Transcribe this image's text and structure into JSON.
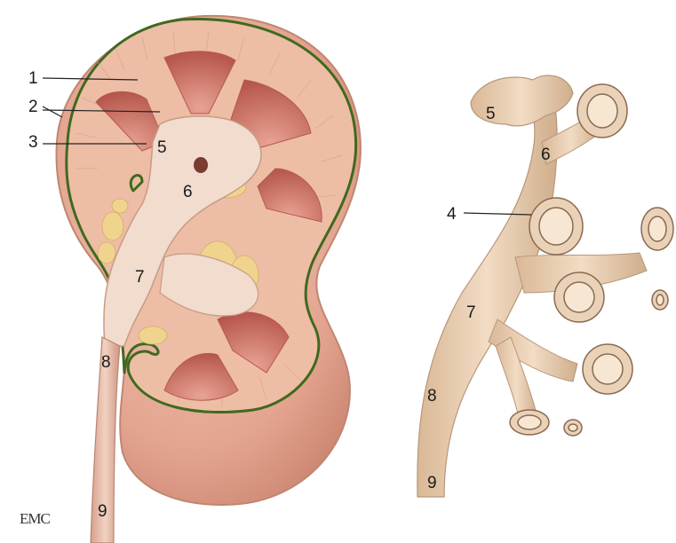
{
  "figure": {
    "logo_text": "EMC",
    "left_labels": [
      "1",
      "2",
      "3",
      "5",
      "6",
      "7",
      "8",
      "9"
    ],
    "right_labels": [
      "5",
      "6",
      "4",
      "7",
      "8",
      "9"
    ]
  },
  "colors": {
    "kidney_base": "#e7b39e",
    "kidney_shadow": "#d08f7a",
    "outline_green": "#3f6a1e",
    "pyramid": "#c97062",
    "pyramid_dark": "#a84c43",
    "pelvis": "#f1dccd",
    "fat": "#f0d48e",
    "cast": "#e8cdb0",
    "cast_shadow": "#c6a888"
  }
}
